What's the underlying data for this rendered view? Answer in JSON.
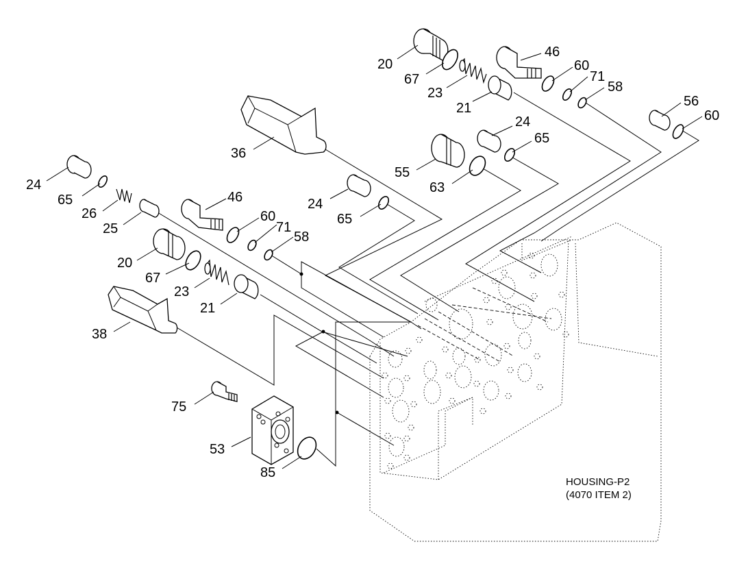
{
  "callouts": [
    {
      "id": "20a",
      "label": "20"
    },
    {
      "id": "67a",
      "label": "67"
    },
    {
      "id": "23a",
      "label": "23"
    },
    {
      "id": "21a",
      "label": "21"
    },
    {
      "id": "46a",
      "label": "46"
    },
    {
      "id": "60a",
      "label": "60"
    },
    {
      "id": "71a",
      "label": "71"
    },
    {
      "id": "58a",
      "label": "58"
    },
    {
      "id": "56",
      "label": "56"
    },
    {
      "id": "60c",
      "label": "60"
    },
    {
      "id": "36",
      "label": "36"
    },
    {
      "id": "24b",
      "label": "24"
    },
    {
      "id": "65b",
      "label": "65"
    },
    {
      "id": "55",
      "label": "55"
    },
    {
      "id": "63",
      "label": "63"
    },
    {
      "id": "24a",
      "label": "24"
    },
    {
      "id": "65a",
      "label": "65"
    },
    {
      "id": "26",
      "label": "26"
    },
    {
      "id": "25",
      "label": "25"
    },
    {
      "id": "46b",
      "label": "46"
    },
    {
      "id": "60b",
      "label": "60"
    },
    {
      "id": "71b",
      "label": "71"
    },
    {
      "id": "58b",
      "label": "58"
    },
    {
      "id": "24c",
      "label": "24"
    },
    {
      "id": "65c",
      "label": "65"
    },
    {
      "id": "20b",
      "label": "20"
    },
    {
      "id": "67b",
      "label": "67"
    },
    {
      "id": "23b",
      "label": "23"
    },
    {
      "id": "21b",
      "label": "21"
    },
    {
      "id": "38",
      "label": "38"
    },
    {
      "id": "75",
      "label": "75"
    },
    {
      "id": "53",
      "label": "53"
    },
    {
      "id": "85",
      "label": "85"
    }
  ],
  "housing": {
    "line1": "HOUSING-P2",
    "line2": "(4070 ITEM 2)"
  }
}
